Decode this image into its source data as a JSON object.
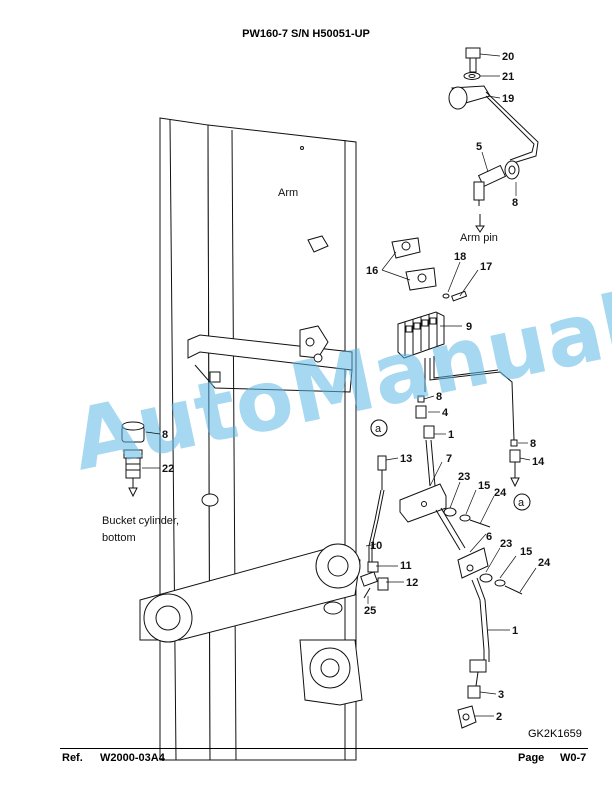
{
  "header": {
    "title": "PW160-7 S/N H50051-UP"
  },
  "labels": {
    "arm": "Arm",
    "arm_pin": "Arm pin",
    "bucket_cyl_line1": "Bucket cylinder,",
    "bucket_cyl_line2": "bottom",
    "ref_a1": "a",
    "ref_a2": "a"
  },
  "callouts": {
    "p20": "20",
    "p21": "21",
    "p19": "19",
    "p5": "5",
    "p8a": "8",
    "p16": "16",
    "p18": "18",
    "p17": "17",
    "p9": "9",
    "p8b": "8",
    "p4": "4",
    "p1a": "1",
    "p13": "13",
    "p7": "7",
    "p8c": "8",
    "p14": "14",
    "p23a": "23",
    "p15a": "15",
    "p24a": "24",
    "p6": "6",
    "p23b": "23",
    "p15b": "15",
    "p24b": "24",
    "p10": "10",
    "p11": "11",
    "p12": "12",
    "p25": "25",
    "p1b": "1",
    "p3": "3",
    "p2": "2",
    "p8d": "8",
    "p22": "22"
  },
  "watermark": "AutoManual",
  "figure_code": "GK2K1659",
  "footer": {
    "ref_label": "Ref.",
    "ref_value": "W2000-03A4",
    "page_label": "Page",
    "page_value": "W0-7"
  },
  "colors": {
    "watermark": "#5fb9e6",
    "ink": "#111111"
  }
}
